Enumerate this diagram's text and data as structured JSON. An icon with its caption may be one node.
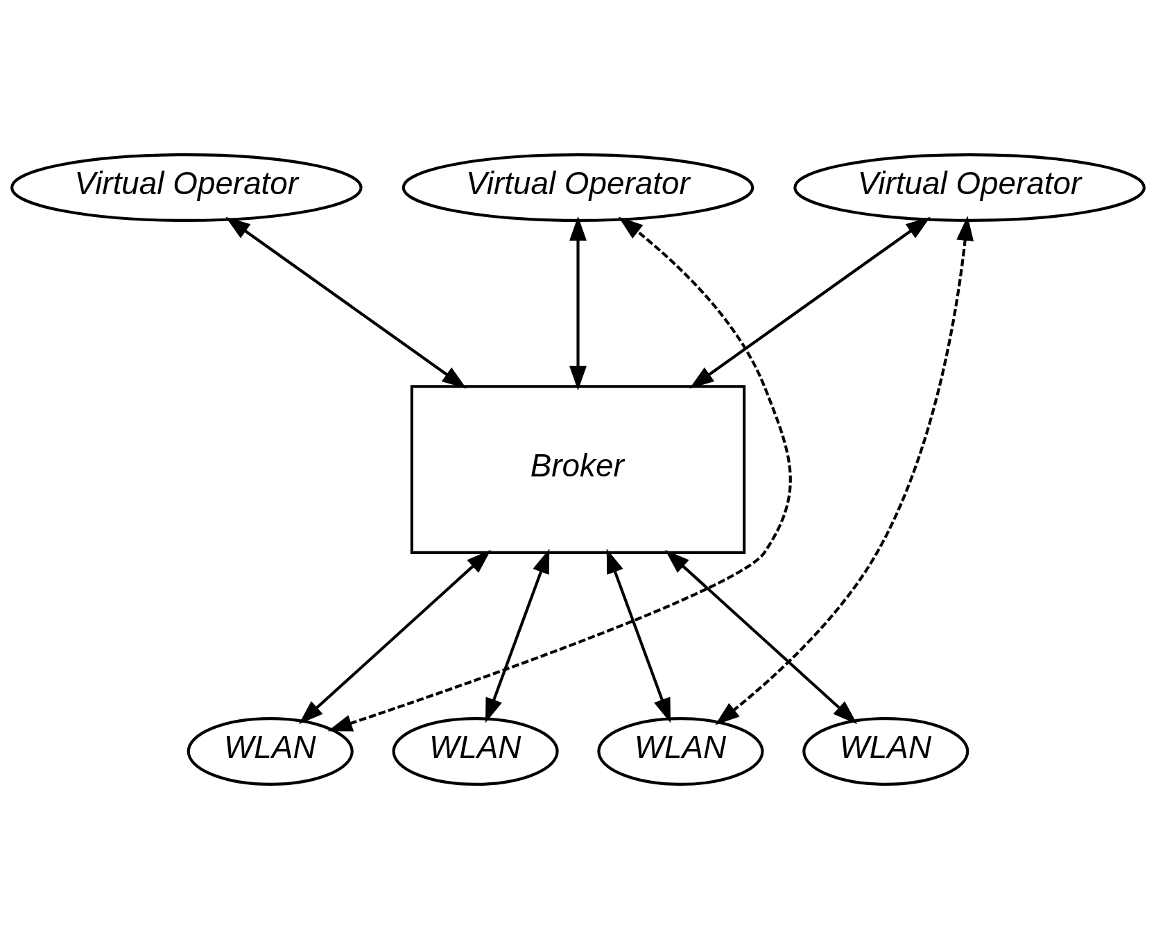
{
  "diagram": {
    "nodes": [
      {
        "text": [
          "Virtual Operator"
        ]
      },
      {
        "text": [
          "Virtual Operator"
        ]
      },
      {
        "text": [
          "Virtual Operator"
        ]
      },
      {
        "text": [
          "Broker"
        ]
      },
      {
        "text": [
          "WLAN"
        ]
      },
      {
        "text": [
          "WLAN"
        ]
      },
      {
        "text": [
          "WLAN"
        ]
      },
      {
        "text": [
          "WLAN"
        ]
      }
    ],
    "edges": [
      {
        "from": 0,
        "to": 3,
        "arrow": "both"
      },
      {
        "from": 1,
        "to": 3,
        "arrow": "both"
      },
      {
        "from": 1,
        "to": 6,
        "arrow": "both",
        "style": "dashed"
      },
      {
        "from": 4,
        "to": 2,
        "arrow": "both",
        "style": "dashed"
      },
      {
        "from": 2,
        "to": 3,
        "arrow": "both"
      },
      {
        "from": 3,
        "to": 4,
        "arrow": "both"
      },
      {
        "from": 3,
        "to": 5,
        "arrow": "both"
      },
      {
        "from": 3,
        "to": 6,
        "arrow": "both"
      },
      {
        "from": 3,
        "to": 7,
        "arrow": "both"
      }
    ]
  }
}
